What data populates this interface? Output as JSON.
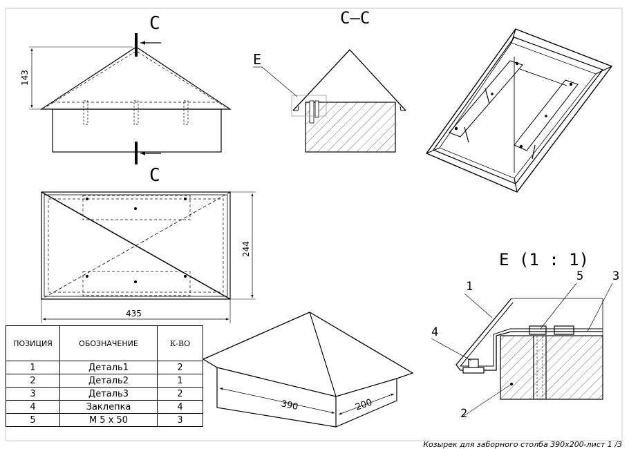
{
  "labels": {
    "section_top": "C",
    "section_bottom": "C",
    "section_title": "C–C",
    "detail_ref": "E",
    "detail_title": "E (1 : 1)"
  },
  "dimensions": {
    "height": "143",
    "width_plan": "244",
    "length_plan": "435",
    "iso_length": "390",
    "iso_width": "200"
  },
  "callouts": [
    "1",
    "2",
    "3",
    "4",
    "5"
  ],
  "spec_table": {
    "headers": [
      "ПОЗИЦИЯ",
      "ОБОЗНАЧЕНИЕ",
      "К-ВО"
    ],
    "rows": [
      [
        "1",
        "Деталь1",
        "2"
      ],
      [
        "2",
        "Деталь2",
        "1"
      ],
      [
        "3",
        "Деталь3",
        "2"
      ],
      [
        "4",
        "Заклепка",
        "4"
      ],
      [
        "5",
        "М 5 х 50",
        "3"
      ]
    ]
  },
  "footer": "Козырек для заборного столба 390х200-лист 1 /3"
}
